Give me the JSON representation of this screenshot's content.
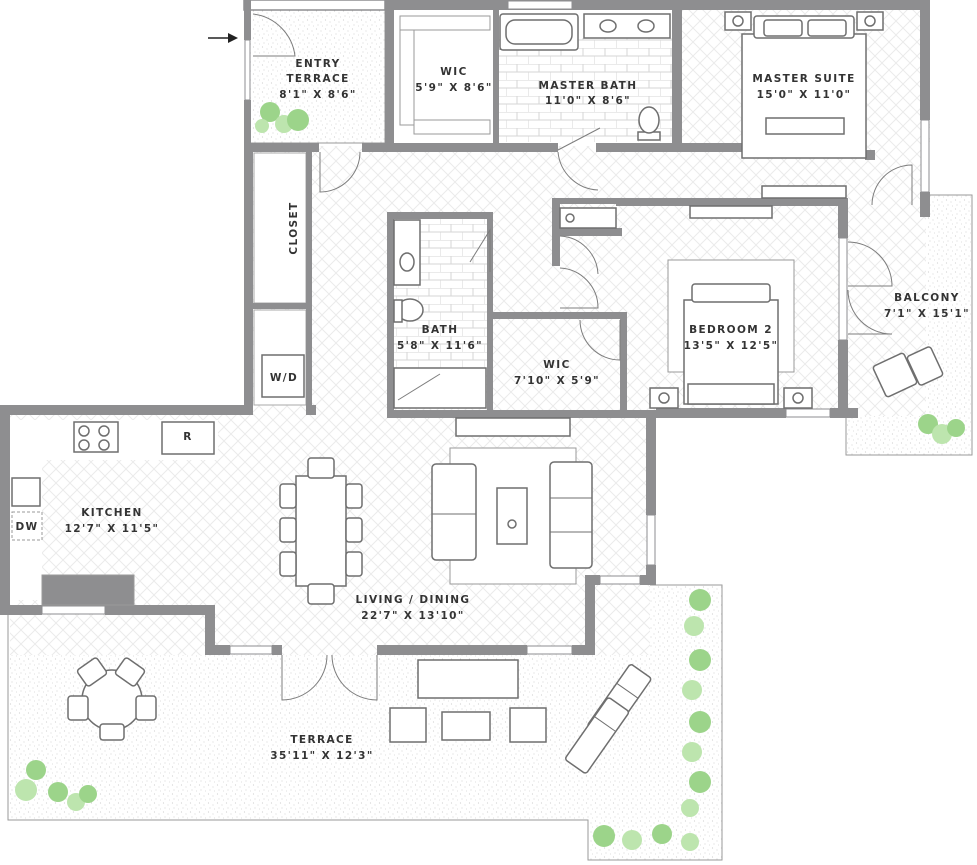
{
  "plan": {
    "entry_terrace": {
      "name": "ENTRY",
      "name2": "TERRACE",
      "dims": "8'1\" X 8'6\""
    },
    "wic_master": {
      "name": "WIC",
      "dims": "5'9\" X 8'6\""
    },
    "master_bath": {
      "name": "MASTER BATH",
      "dims": "11'0\" X 8'6\""
    },
    "master_suite": {
      "name": "MASTER SUITE",
      "dims": "15'0\" X 11'0\""
    },
    "closet": {
      "name": "CLOSET"
    },
    "washer_dryer": {
      "name": "W/D"
    },
    "bath": {
      "name": "BATH",
      "dims": "5'8\" X 11'6\""
    },
    "wic_bedroom": {
      "name": "WIC",
      "dims": "7'10\" X 5'9\""
    },
    "bedroom_2": {
      "name": "BEDROOM 2",
      "dims": "13'5\" X 12'5\""
    },
    "balcony": {
      "name": "BALCONY",
      "dims": "7'1\" X 15'1\""
    },
    "kitchen": {
      "name": "KITCHEN",
      "dims": "12'7\" X 11'5\""
    },
    "refrigerator": {
      "name": "R"
    },
    "dishwasher": {
      "name": "DW"
    },
    "living_dining": {
      "name": "LIVING / DINING",
      "dims": "22'7\" X 13'10\""
    },
    "terrace": {
      "name": "TERRACE",
      "dims": "35'11\" X 12'3\""
    }
  },
  "colors": {
    "wall": "#8e8e90",
    "floor_pattern": "#ececec",
    "terrace_stipple": "#c9c9c9",
    "planting": "#9cd48a",
    "label": "#333333"
  },
  "icons": [
    "entry-arrow-icon",
    "sink-icon",
    "toilet-icon",
    "bathtub-icon",
    "shower-icon",
    "stove-icon",
    "bed-icon",
    "sofa-icon",
    "chair-icon",
    "planter-icon",
    "lounge-chair-icon"
  ]
}
